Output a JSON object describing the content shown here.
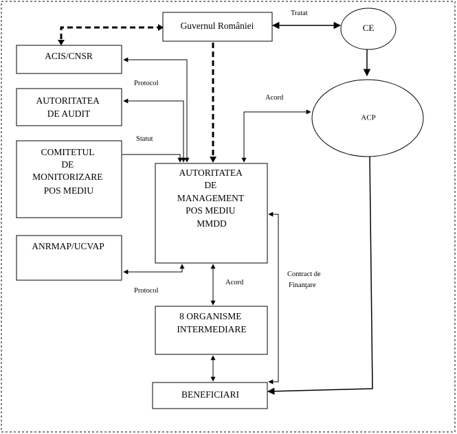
{
  "nodes": {
    "guvern": "Guvernul României",
    "ce": "CE",
    "acis": "ACIS/CNSR",
    "audit": [
      "AUTORITATEA",
      "DE AUDIT"
    ],
    "comitet": [
      "COMITETUL",
      "DE",
      "MONITORIZARE",
      "POS MEDIU"
    ],
    "anrmap": "ANRMAP/UCVAP",
    "acp": "ACP",
    "am": [
      "AUTORITATEA",
      "DE",
      "MANAGEMENT",
      "POS MEDIU",
      "MMDD"
    ],
    "oi": [
      "8 ORGANISME",
      "INTERMEDIARE"
    ],
    "beneficiari": "BENEFICIARI"
  },
  "edge_labels": {
    "tratat": "Tratat",
    "protocol_top": "Protocol",
    "acord_acp": "Acord",
    "statut": "Statut",
    "acord_oi": "Acord",
    "protocol_bottom": "Protocol",
    "contract": [
      "Contract de",
      "Finanţare"
    ]
  }
}
